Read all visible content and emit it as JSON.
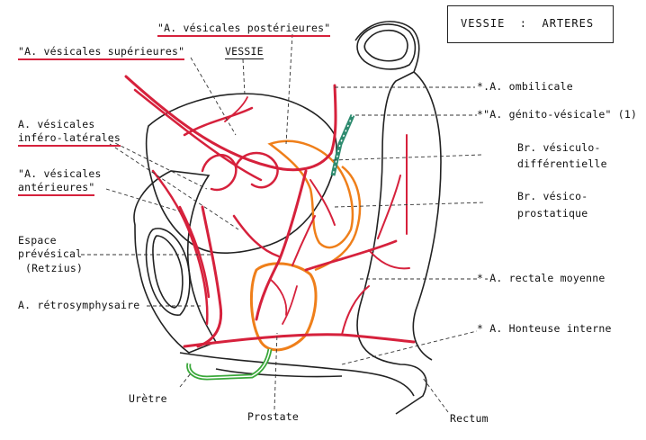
{
  "title": "VESSIE  :  ARTERES",
  "colors": {
    "artery": "#d6213c",
    "prostate_outline": "#ef7f1a",
    "urethra": "#3aa83a",
    "genito_vesical_stripe": "#2e8b6f",
    "outline": "#222222",
    "leader": "#333333"
  },
  "labels_left": {
    "vesicales_posterieures": "\"A. vésicales postérieures\"",
    "vesicales_superieures": "\"A. vésicales supérieures\"",
    "vessie": "VESSIE",
    "infero_laterales_1": "A. vésicales",
    "infero_laterales_2": "inféro-latérales",
    "anterieures_1": "\"A. vésicales",
    "anterieures_2": "antérieures\"",
    "espace_1": "Espace",
    "espace_2": "prévésical",
    "espace_3": "(Retzius)",
    "retrosymphysaire": "A. rétrosymphysaire"
  },
  "labels_right": {
    "ombilicale": "*.A. ombilicale",
    "genito_vesicale": "*\"A. génito-vésicale\" (1)",
    "br_vesiculo_1": "Br. vésiculo-",
    "br_vesiculo_2": "différentielle",
    "br_vesico_1": "Br. vésico-",
    "br_vesico_2": "prostatique",
    "rectale_moyenne": "*-A. rectale moyenne",
    "honteuse_interne": "* A. Honteuse interne"
  },
  "labels_bottom": {
    "uretre": "Urètre",
    "prostate": "Prostate",
    "rectum": "Rectum"
  }
}
